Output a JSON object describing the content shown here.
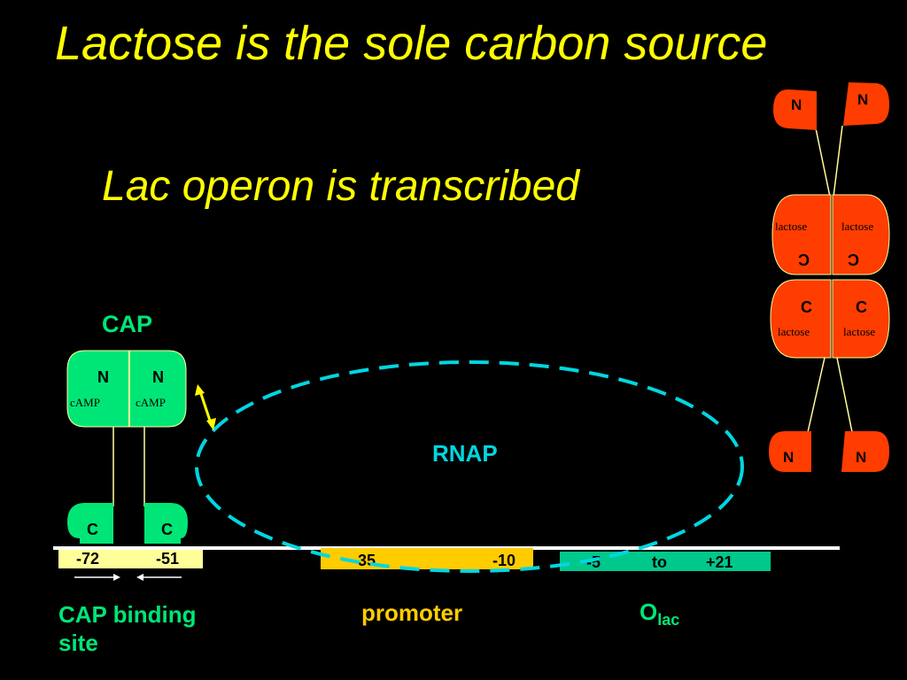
{
  "title": "Lactose is the sole carbon source",
  "subtitle": "Lac operon is transcribed",
  "cap": {
    "label": "CAP",
    "n_left": "N",
    "n_right": "N",
    "camp_left": "cAMP",
    "camp_right": "cAMP",
    "c_left": "C",
    "c_right": "C"
  },
  "rnap": {
    "label": "RNAP"
  },
  "dna": {
    "cap_site_start": "-72",
    "cap_site_end": "-51",
    "promoter_start": "-35",
    "promoter_end": "-10",
    "operator_start": "-5",
    "operator_to": "to",
    "operator_end": "+21"
  },
  "labels": {
    "cap_binding_line1": "CAP binding",
    "cap_binding_line2": "site",
    "promoter": "promoter",
    "olac_main": "O",
    "olac_sub": "lac"
  },
  "repressor": {
    "n_top_left": "N",
    "n_top_right": "N",
    "lactose_upper_left": "lactose",
    "lactose_upper_right": "lactose",
    "c_upper_left": "C",
    "c_upper_right": "C",
    "c_lower_left": "C",
    "c_lower_right": "C",
    "lactose_lower_left": "lactose",
    "lactose_lower_right": "lactose",
    "n_bottom_left": "N",
    "n_bottom_right": "N"
  },
  "colors": {
    "background": "#000000",
    "title": "#ffff00",
    "cap_protein": "#00e676",
    "repressor": "#ff3d00",
    "rnap_outline": "#00d7e0",
    "promoter_bar": "#ffcc00",
    "cap_site_bar": "#ffff99",
    "operator_bar": "#00c88c"
  }
}
